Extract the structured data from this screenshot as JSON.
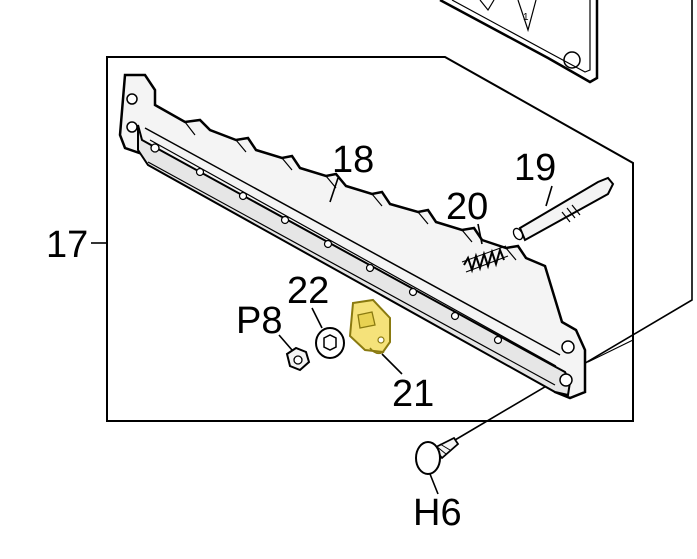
{
  "labels": {
    "l17": "17",
    "l18": "18",
    "l19": "19",
    "l20": "20",
    "l21": "21",
    "l22": "22",
    "lP8": "P8",
    "lH6": "H6"
  },
  "colors": {
    "highlight": "#f5e27a",
    "highlight_stroke": "#8a7a10",
    "part_fill": "#ececec",
    "line": "#000000"
  },
  "icons": {
    "triangle_marker_1": "1"
  }
}
